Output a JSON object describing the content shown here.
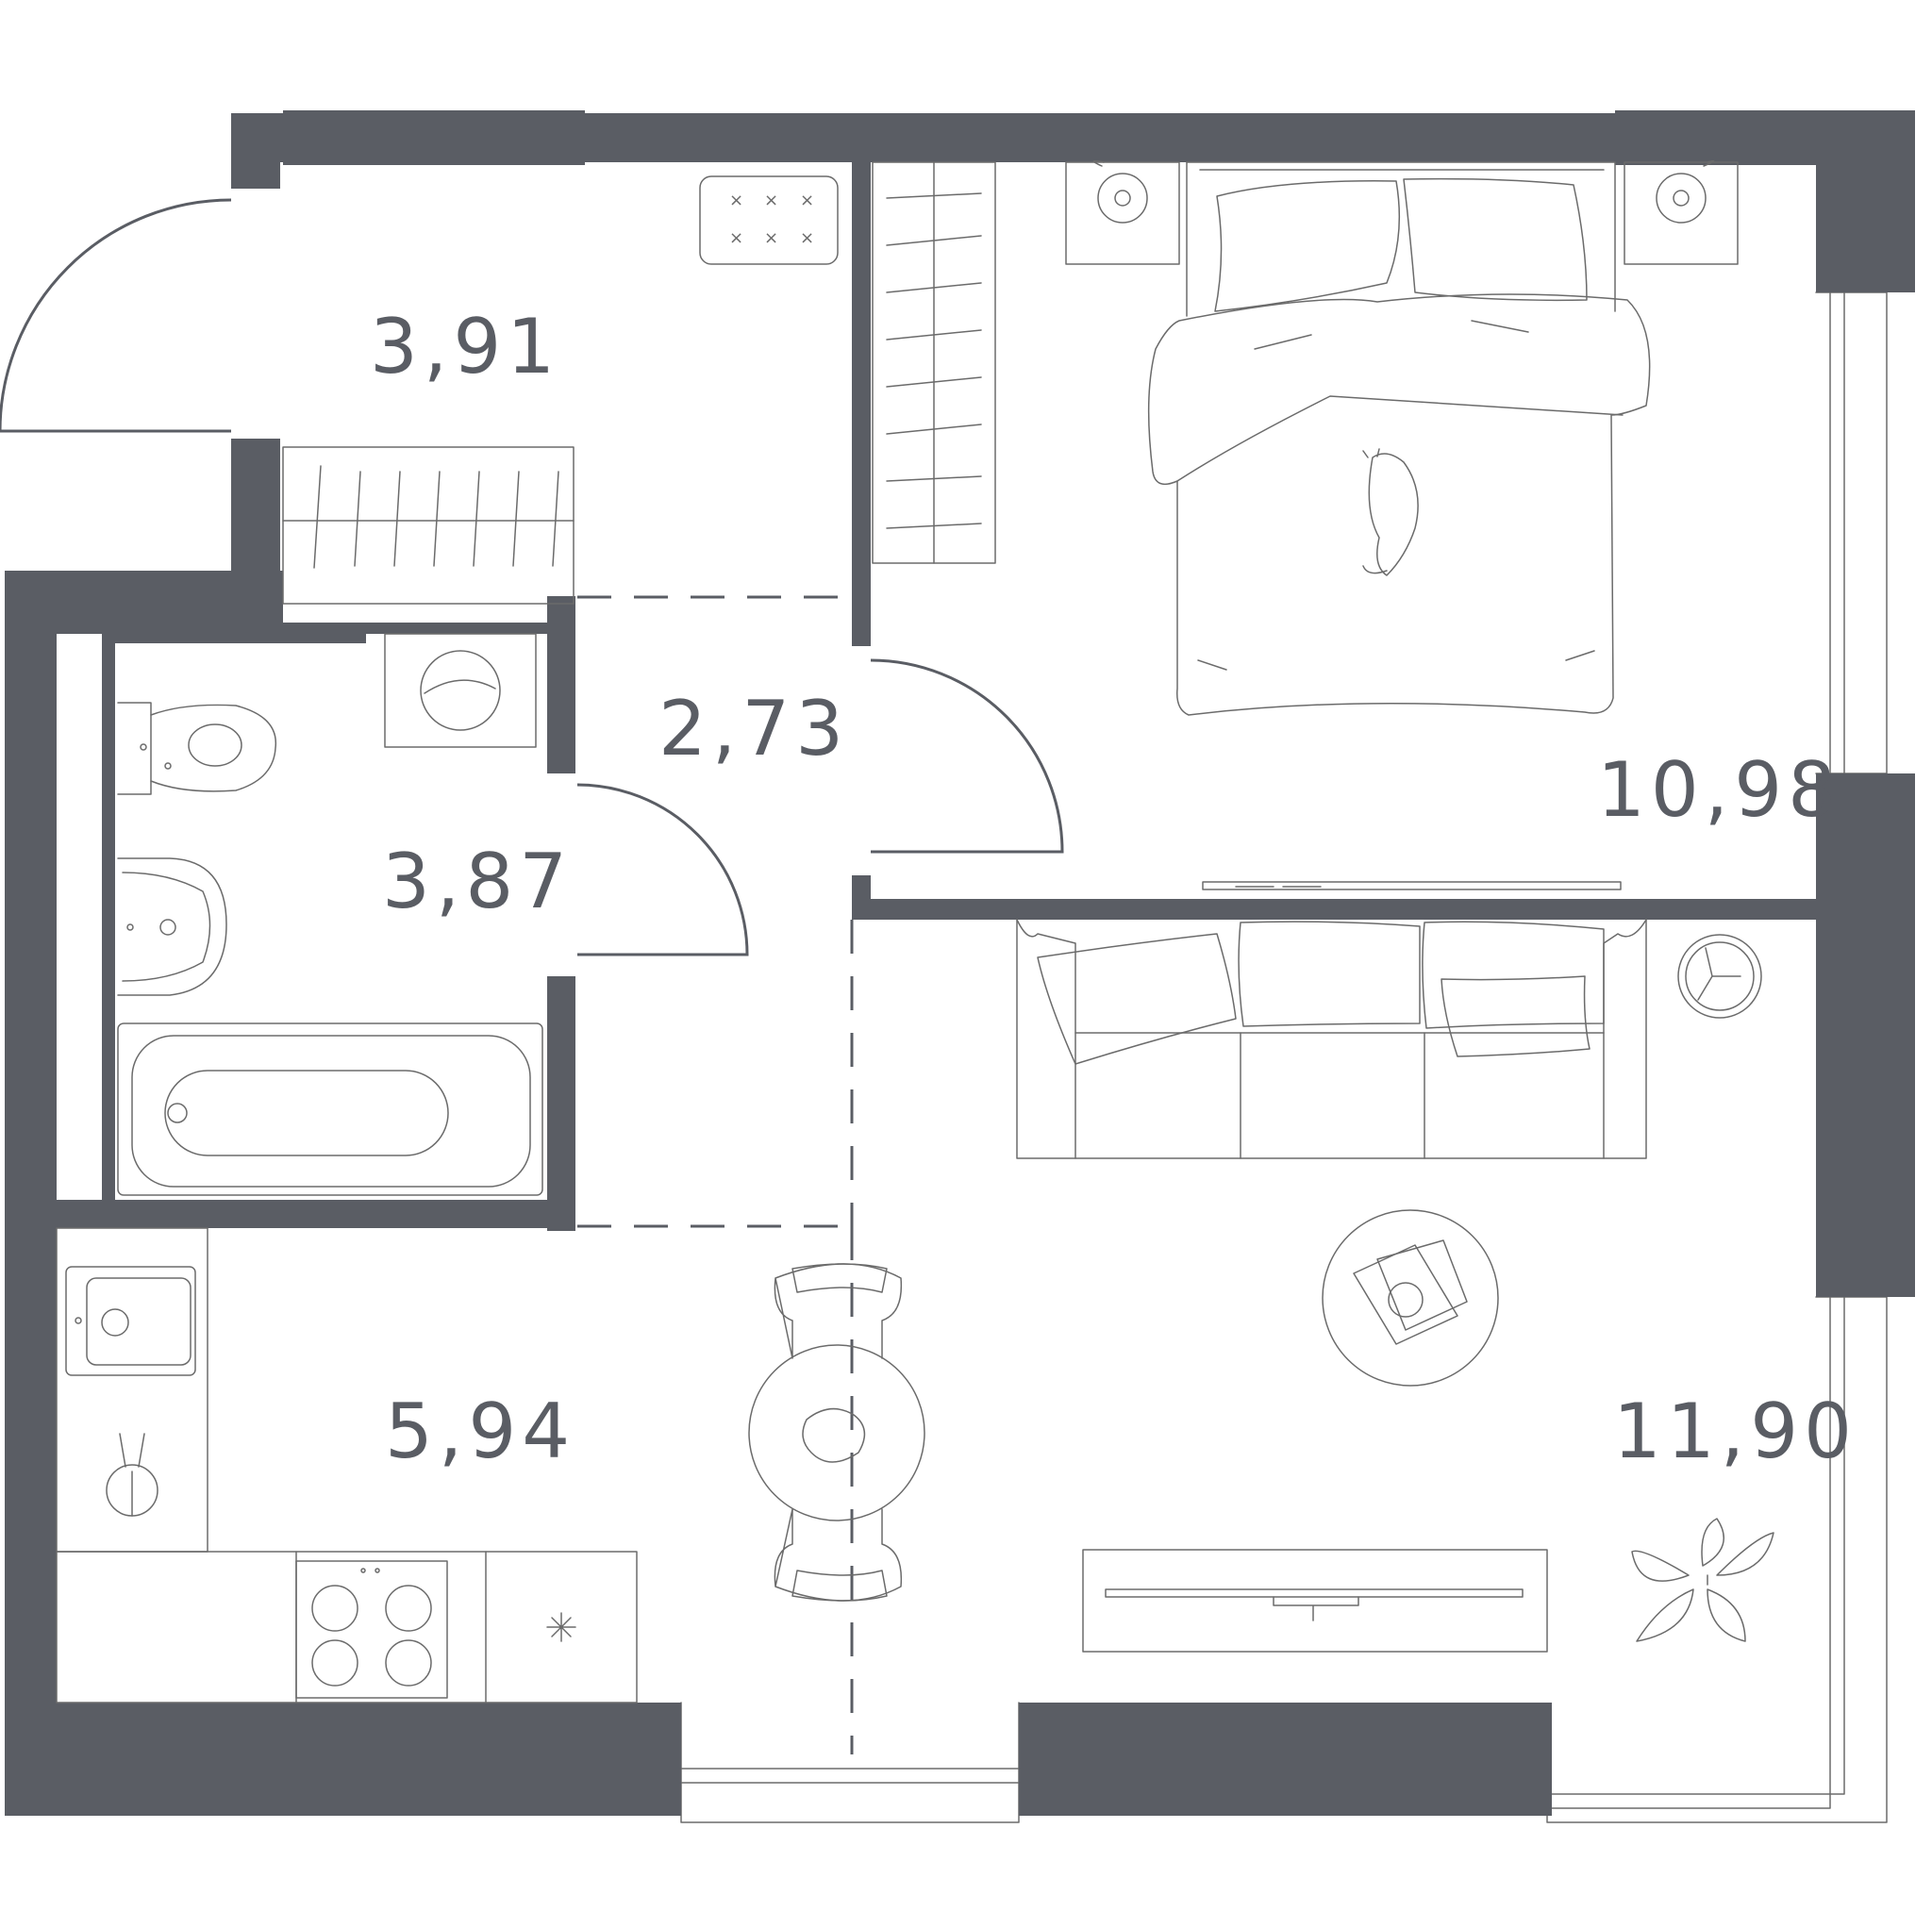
{
  "colors": {
    "wall": "#5a5d64",
    "line": "#6b6b6b",
    "background": "#ffffff"
  },
  "rooms": [
    {
      "id": "hall-entrance",
      "area": "3,91"
    },
    {
      "id": "hall-corridor",
      "area": "2,73"
    },
    {
      "id": "bathroom",
      "area": "3,87"
    },
    {
      "id": "bedroom",
      "area": "10,98"
    },
    {
      "id": "kitchen",
      "area": "5,94"
    },
    {
      "id": "living-room",
      "area": "11,90"
    }
  ],
  "icons": [
    "wardrobe-icon",
    "bed-icon",
    "nightstand-icon",
    "cat-icon",
    "toilet-icon",
    "sink-icon",
    "bathtub-icon",
    "washing-machine-icon",
    "sofa-icon",
    "floor-lamp-icon",
    "coffee-table-icon",
    "dining-table-icon",
    "chair-icon",
    "stove-icon",
    "kitchen-sink-icon",
    "tv-stand-icon",
    "plant-icon",
    "door-swing-icon",
    "window-icon"
  ]
}
